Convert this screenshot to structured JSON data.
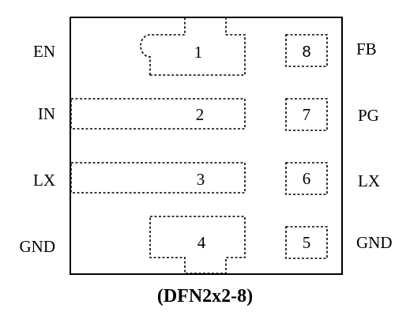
{
  "package_caption": "(DFN2x2-8)",
  "left_pins": {
    "pin1": "EN",
    "pin2": "IN",
    "pin3": "LX",
    "pin4": "GND"
  },
  "right_pins": {
    "pin8": "FB",
    "pin7": "PG",
    "pin6": "LX",
    "pin5": "GND"
  },
  "pad_numbers": {
    "p1": "1",
    "p2": "2",
    "p3": "3",
    "p4": "4",
    "p5": "5",
    "p6": "6",
    "p7": "7",
    "p8": "8"
  },
  "colors": {
    "stroke": "#000000",
    "background": "#ffffff"
  }
}
